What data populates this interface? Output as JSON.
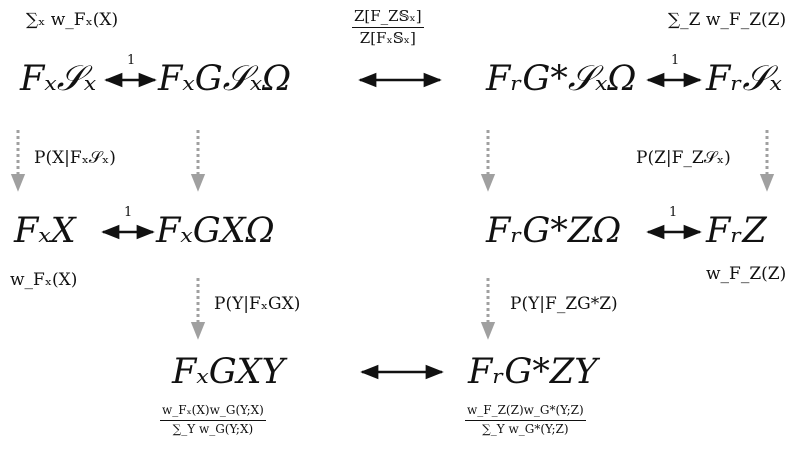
{
  "nodes": {
    "fx_sx": "Fₓ𝒮ₓ",
    "fx_g_sx_omega": "FₓG𝒮ₓΩ",
    "fz_gstar_sx_omega": "FᵣG*𝒮ₓΩ",
    "fz_sx": "Fᵣ𝒮ₓ",
    "fx_x": "FₓX",
    "fx_g_x_omega": "FₓGXΩ",
    "fz_gstar_z_omega": "FᵣG*ZΩ",
    "fz_z": "FᵣZ",
    "fx_g_x_y": "FₓGXY",
    "fz_gstar_z_y": "FᵣG*ZY"
  },
  "weights": {
    "top_left_sum": "∑ₓ w_Fₓ(X)",
    "top_right_sum": "∑_Z w_F_Z(Z)",
    "top_center_num": "Z[F_Z𝕊ₓ]",
    "top_center_den": "Z[Fₓ𝕊ₓ]",
    "mid_left": "w_Fₓ(X)",
    "mid_right": "w_F_Z(Z)",
    "bottom_left_num": "w_Fₓ(X)w_G(Y;X)",
    "bottom_left_den": "∑_Y w_G(Y;X)",
    "bottom_right_num": "w_F_Z(Z)w_G*(Y;Z)",
    "bottom_right_den": "∑_Y w_G*(Y;Z)"
  },
  "probabilities": {
    "p_x": "P(X|Fₓ𝒮ₓ)",
    "p_z": "P(Z|F_Z𝒮ₓ)",
    "p_y_left": "P(Y|FₓGX)",
    "p_y_right": "P(Y|F_ZG*Z)"
  },
  "arrow_labels": {
    "top_left_one": "1",
    "top_right_one": "1",
    "mid_left_one": "1",
    "mid_right_one": "1"
  },
  "colors": {
    "solid_arrow": "#111111",
    "dashed_arrow": "#a0a0a0"
  }
}
